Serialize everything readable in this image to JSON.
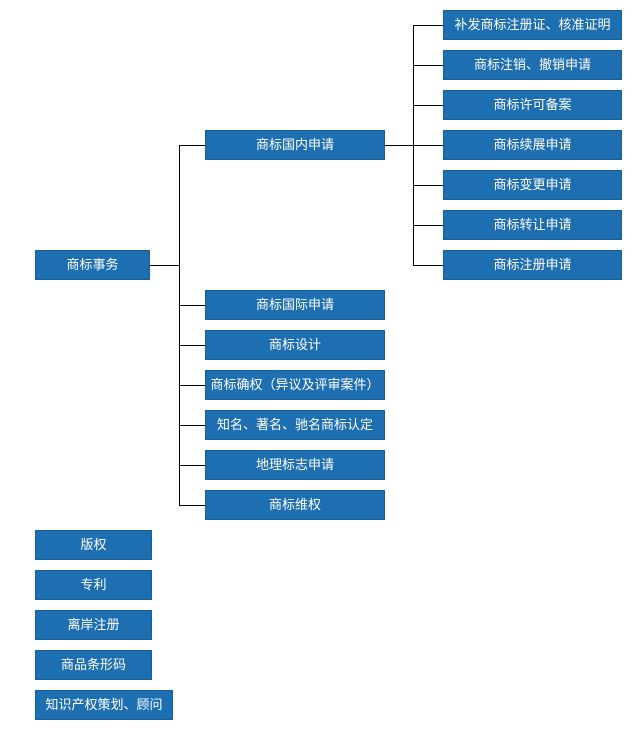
{
  "diagram": {
    "title": "trademark-services-org-chart",
    "root": {
      "label": "商标事务"
    },
    "trademark_children": [
      {
        "label": "商标国内申请"
      },
      {
        "label": "商标国际申请"
      },
      {
        "label": "商标设计"
      },
      {
        "label": "商标确权（异议及评审案件）"
      },
      {
        "label": "知名、著名、驰名商标认定"
      },
      {
        "label": "地理标志申请"
      },
      {
        "label": "商标维权"
      }
    ],
    "domestic_children": [
      {
        "label": "补发商标注册证、核准证明"
      },
      {
        "label": "商标注销、撤销申请"
      },
      {
        "label": "商标许可备案"
      },
      {
        "label": "商标续展申请"
      },
      {
        "label": "商标变更申请"
      },
      {
        "label": "商标转让申请"
      },
      {
        "label": "商标注册申请"
      }
    ],
    "standalone": [
      {
        "label": "版权"
      },
      {
        "label": "专利"
      },
      {
        "label": "离岸注册"
      },
      {
        "label": "商品条形码"
      },
      {
        "label": "知识产权策划、顾问"
      }
    ],
    "colors": {
      "box_fill": "#1E6FB2",
      "box_border": "#175E9B",
      "box_text": "#FFFFFF",
      "line": "#000000",
      "background": "#FFFFFF"
    }
  }
}
